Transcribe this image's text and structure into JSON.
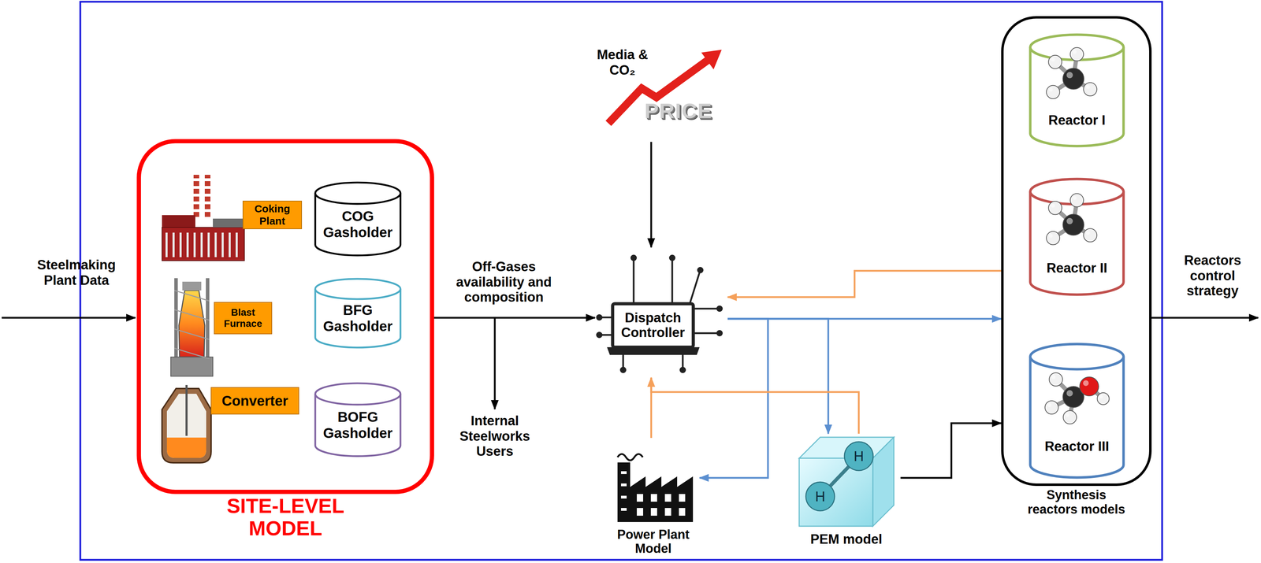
{
  "diagram": {
    "nodes": [
      {
        "text": [
          "SITE-LEVEL MODEL"
        ]
      },
      {
        "text": [
          "Coking Plant"
        ],
        "in": 0
      },
      {
        "text": [
          "COG Gasholder"
        ],
        "in": 0
      },
      {
        "text": [
          "Blast Furnace"
        ],
        "in": 0
      },
      {
        "text": [
          "BFG Gasholder"
        ],
        "in": 0
      },
      {
        "text": [
          "Converter"
        ],
        "in": 0
      },
      {
        "text": [
          "BOFG Gasholder"
        ],
        "in": 0
      },
      {
        "text": [
          "Dispatch Controller"
        ]
      },
      {
        "text": [
          "Power Plant Model"
        ]
      },
      {
        "text": [
          "PEM model"
        ]
      },
      {
        "text": [
          "Synthesis reactors models"
        ]
      },
      {
        "text": [
          "Reactor I"
        ],
        "in": 10
      },
      {
        "text": [
          "Reactor II"
        ],
        "in": 10
      },
      {
        "text": [
          "Reactor III"
        ],
        "in": 10
      }
    ],
    "edges": [
      {
        "from": 0,
        "to": 7,
        "arrow": "to",
        "label": "Off-Gases availability and composition"
      },
      {
        "from": 7,
        "to": 10,
        "arrow": "to"
      },
      {
        "from": 7,
        "to": 8,
        "arrow": "to"
      },
      {
        "from": 7,
        "to": 9,
        "arrow": "to"
      },
      {
        "from": 10,
        "to": 7,
        "arrow": "to"
      },
      {
        "from": 8,
        "to": 7,
        "arrow": "to"
      },
      {
        "from": 9,
        "to": 7,
        "arrow": "to"
      },
      {
        "from": 9,
        "to": 10,
        "arrow": "to"
      }
    ],
    "labels": [
      "Steelmaking Plant Data",
      "Internal Steelworks Users",
      "Media & CO₂",
      "PRICE",
      "Reactors control strategy",
      "H",
      "H"
    ]
  }
}
